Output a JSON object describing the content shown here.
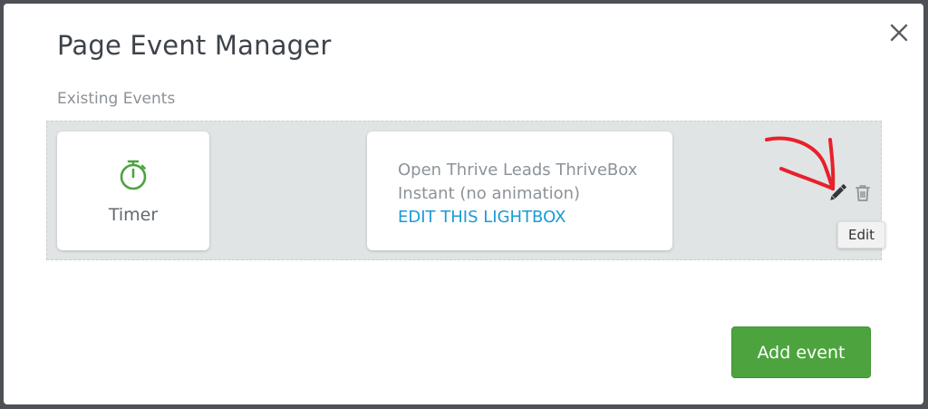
{
  "modal": {
    "title": "Page Event Manager",
    "section_label": "Existing Events"
  },
  "events": [
    {
      "trigger_icon": "stopwatch-icon",
      "trigger_label": "Timer",
      "action_line1": "Open Thrive Leads ThriveBox",
      "action_line2": "Instant (no animation)",
      "action_link": "EDIT THIS LIGHTBOX"
    }
  ],
  "row_actions": {
    "edit_icon": "pencil-icon",
    "delete_icon": "trash-icon"
  },
  "tooltip": {
    "text": "Edit"
  },
  "footer": {
    "add_button": "Add event"
  },
  "colors": {
    "accent_green": "#4da43f",
    "link_blue": "#1a9bd7",
    "annotation_red": "#e8202a",
    "timer_green": "#4da43f"
  }
}
